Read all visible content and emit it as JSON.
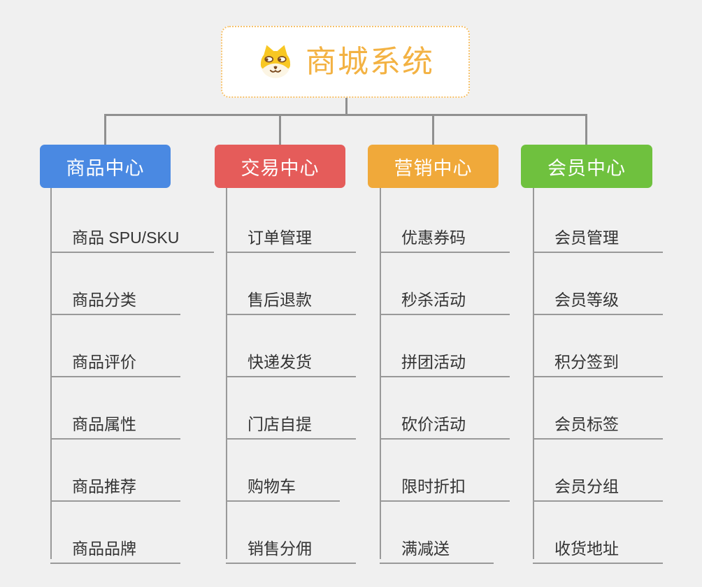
{
  "root": {
    "title": "商城系统",
    "icon": "dog-face-icon"
  },
  "branches": [
    {
      "label": "商品中心",
      "color": "#4a89e2",
      "items": [
        "商品 SPU/SKU",
        "商品分类",
        "商品评价",
        "商品属性",
        "商品推荐",
        "商品品牌"
      ]
    },
    {
      "label": "交易中心",
      "color": "#e55c5a",
      "items": [
        "订单管理",
        "售后退款",
        "快递发货",
        "门店自提",
        "购物车",
        "销售分佣"
      ]
    },
    {
      "label": "营销中心",
      "color": "#f0a93a",
      "items": [
        "优惠券码",
        "秒杀活动",
        "拼团活动",
        "砍价活动",
        "限时折扣",
        "满减送"
      ]
    },
    {
      "label": "会员中心",
      "color": "#6fc13e",
      "items": [
        "会员管理",
        "会员等级",
        "积分签到",
        "会员标签",
        "会员分组",
        "收货地址"
      ]
    }
  ],
  "colors": {
    "background": "#f0f0f0",
    "connector": "#909090",
    "item_line": "#999999",
    "item_text": "#333333",
    "root_accent": "#f3b243",
    "root_border": "#f6c16a"
  }
}
